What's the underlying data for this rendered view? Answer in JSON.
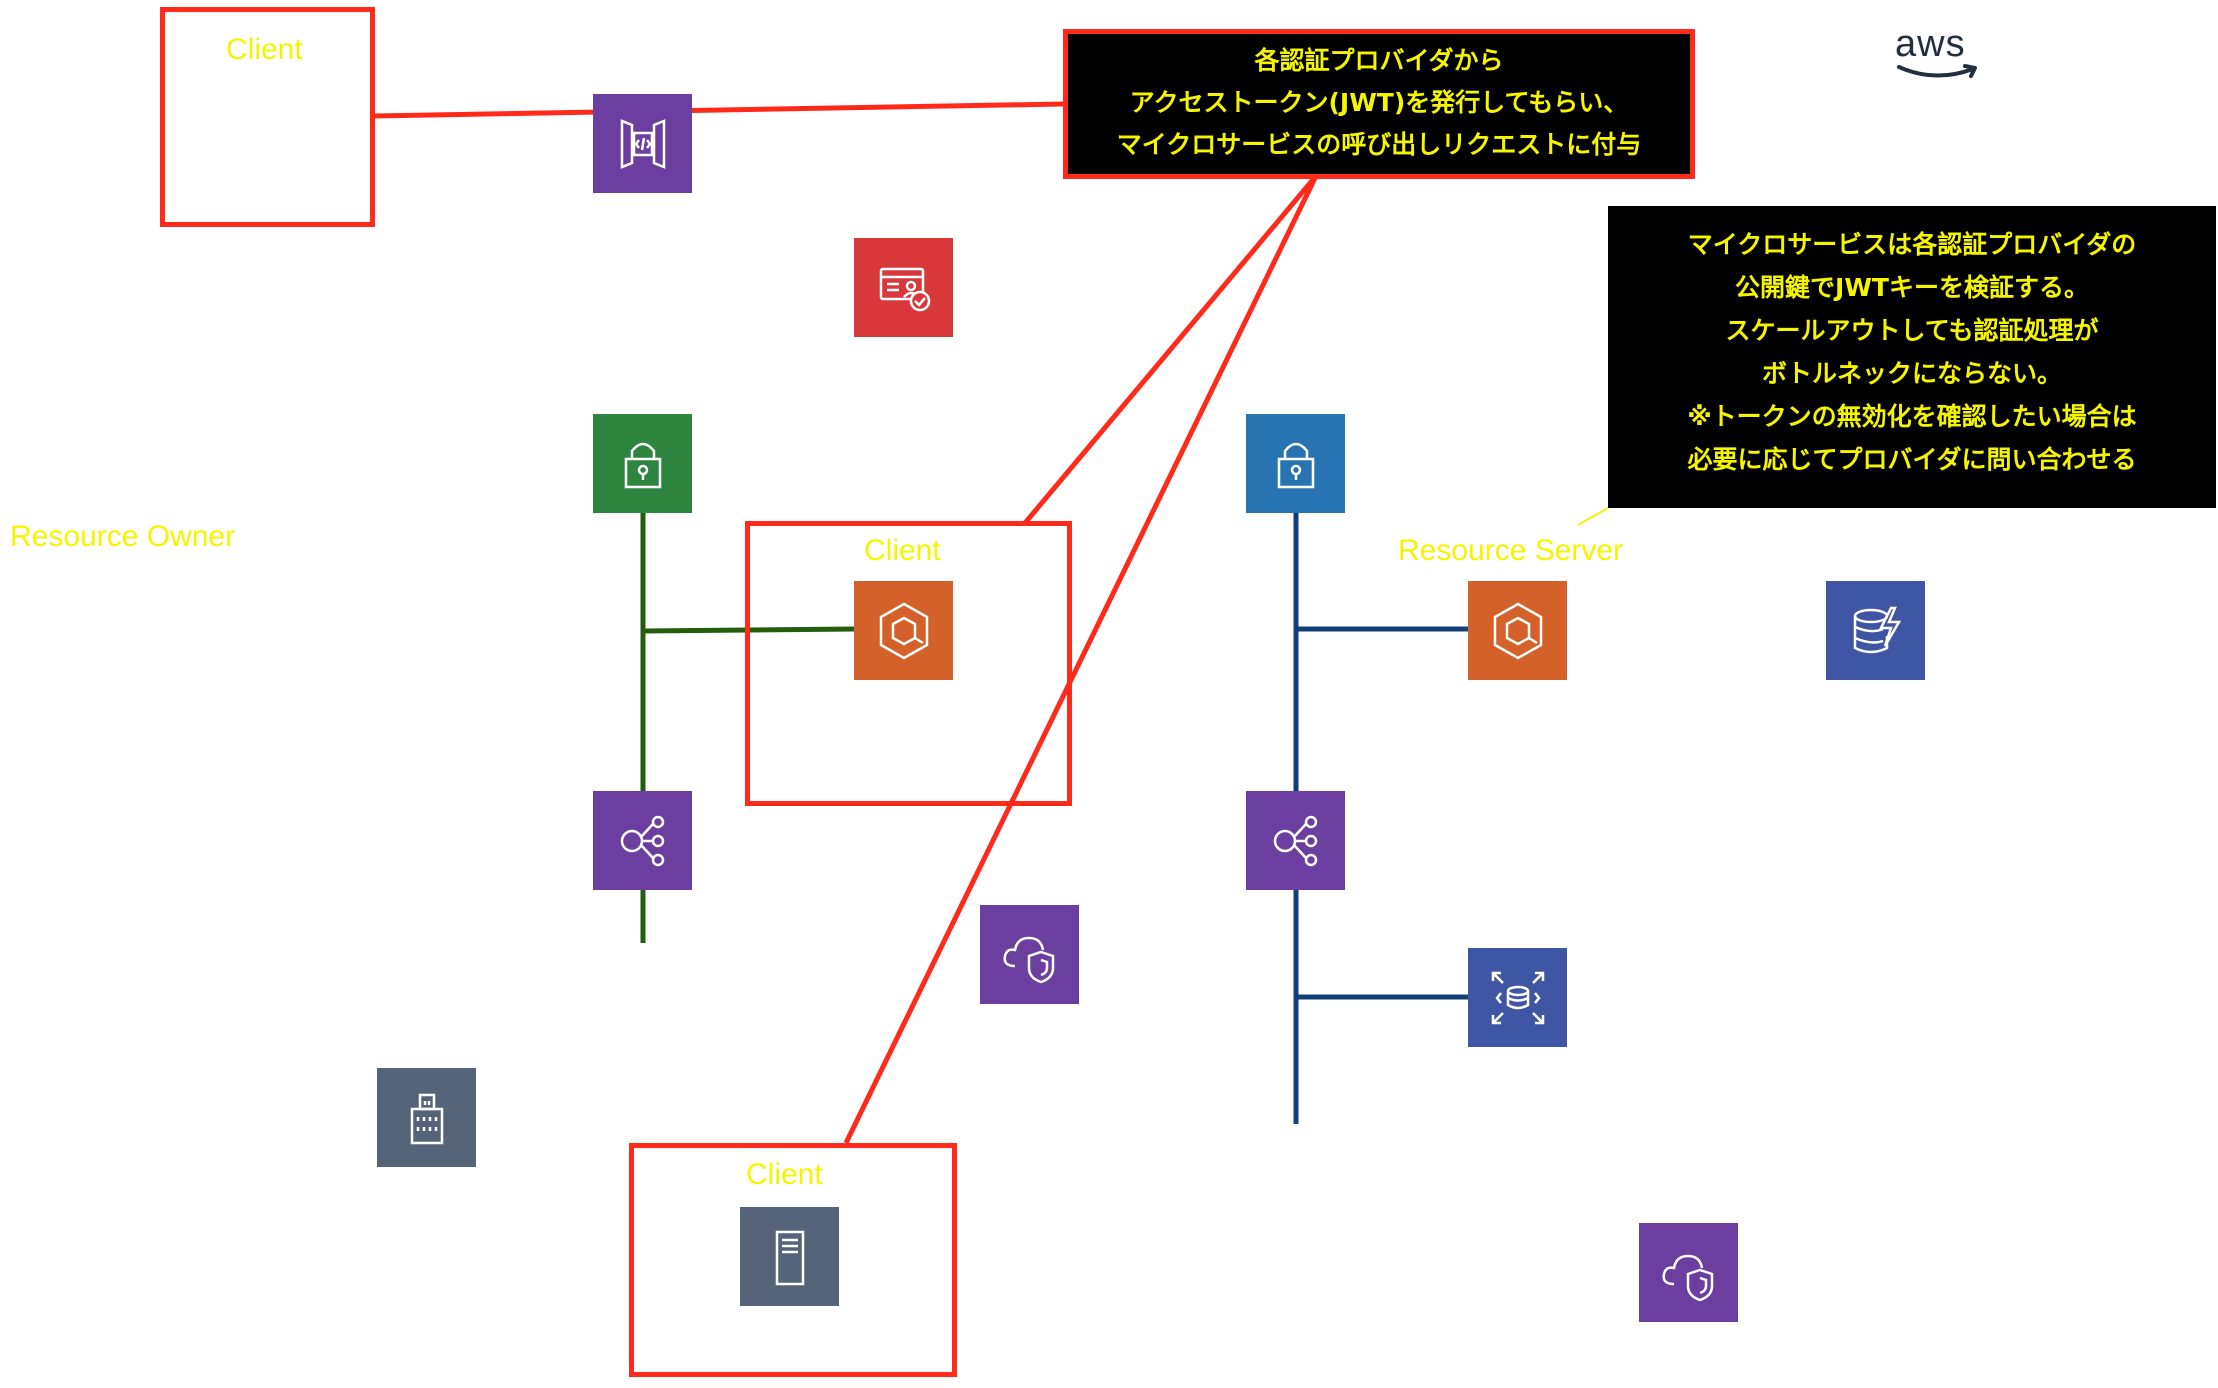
{
  "labels": {
    "client_top": "Client",
    "client_mid": "Client",
    "client_bottom": "Client",
    "resource_owner": "Resource Owner",
    "resource_server": "Resource Server"
  },
  "callout_top": {
    "lines": [
      "各認証プロバイダから",
      "アクセストークン(JWT)を発行してもらい、",
      "マイクロサービスの呼び出しリクエストに付与"
    ]
  },
  "callout_right": {
    "lines": [
      "マイクロサービスは各認証プロバイダの",
      "公開鍵でJWTキーを検証する。",
      "スケールアウトしても認証処理が",
      "ボトルネックにならない。",
      "※トークンの無効化を確認したい場合は",
      "必要に応じてプロバイダに問い合わせる"
    ]
  },
  "logo": {
    "text": "aws"
  },
  "colors": {
    "highlight_red": "#ff2a1a",
    "label_yellow": "#f5f500",
    "green_network": "#245d0d",
    "blue_network": "#123f7a",
    "api_gateway_purple": "#6b3fa0",
    "cognito_red": "#d9383a",
    "vpc_green": "#2e8540",
    "vpc_blue": "#2874b2",
    "ecs_orange": "#d4612a",
    "dynamodb_blue": "#3f56a4",
    "server_gray": "#556479"
  },
  "icons": {
    "api_gateway": "api-gateway-icon",
    "cognito": "cognito-icon",
    "vpc_lock_green": "vpc-lock-icon",
    "vpc_lock_blue": "vpc-lock-icon",
    "ecs_client": "ecs-container-icon",
    "ecs_server": "ecs-container-icon",
    "elb_left": "load-balancer-icon",
    "elb_right": "load-balancer-icon",
    "cloud_shield_mid": "cloud-shield-icon",
    "cloud_shield_right": "cloud-shield-icon",
    "dynamodb": "dynamodb-icon",
    "rds": "rds-database-icon",
    "corporate_dc": "corporate-building-icon",
    "server": "server-icon"
  }
}
